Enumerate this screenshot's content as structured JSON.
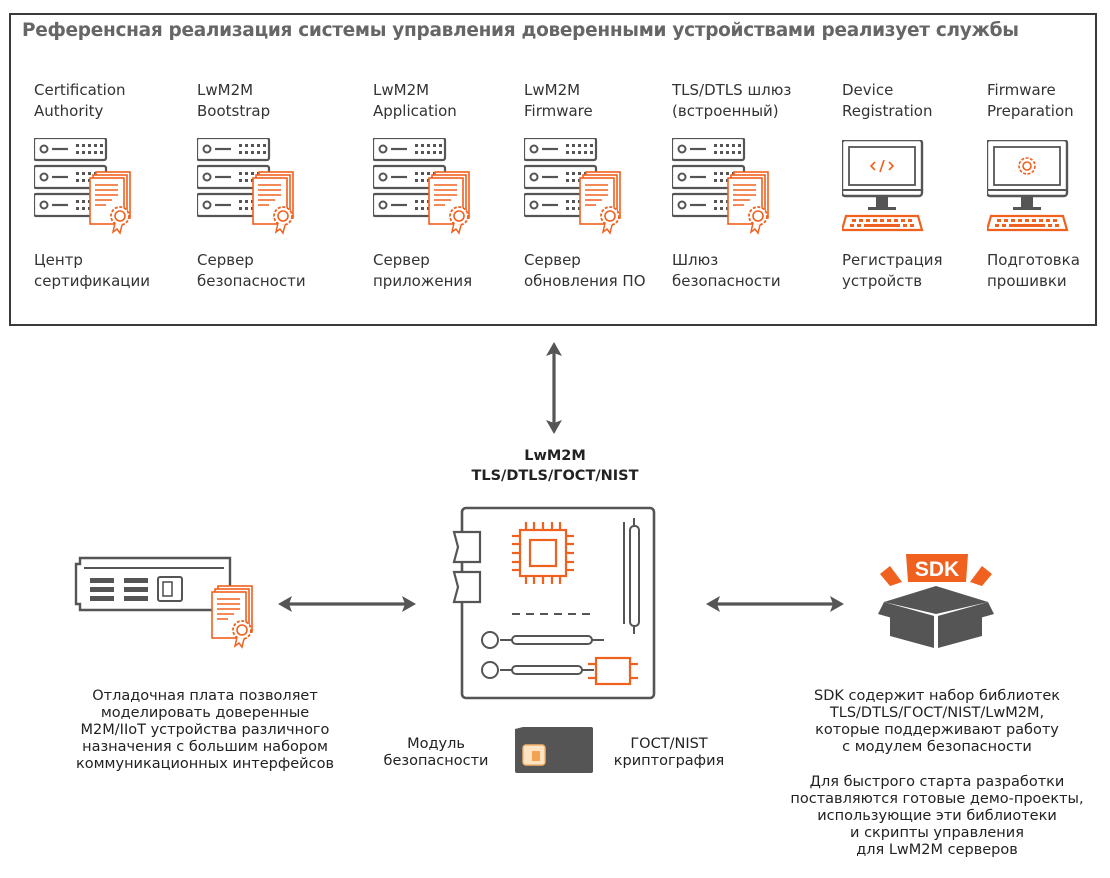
{
  "title": "Референсная реализация системы управления доверенными устройствами реализует службы",
  "services": [
    {
      "name_en": "Certification\nAuthority",
      "name_ru": "Центр\nсертификации",
      "icon": "server-certificate-icon"
    },
    {
      "name_en": "LwM2M\nBootstrap",
      "name_ru": "Сервер\nбезопасности",
      "icon": "server-certificate-icon"
    },
    {
      "name_en": "LwM2M\nApplication",
      "name_ru": "Сервер\nприложения",
      "icon": "server-certificate-icon"
    },
    {
      "name_en": "LwM2M\nFirmware",
      "name_ru": "Сервер\nобновления ПО",
      "icon": "server-certificate-icon"
    },
    {
      "name_en": "TLS/DTLS шлюз\n(встроенный)",
      "name_ru": "Шлюз\nбезопасности",
      "icon": "server-certificate-icon"
    },
    {
      "name_en": "Device\nRegistration",
      "name_ru": "Регистрация\nустройств",
      "icon": "computer-code-icon"
    },
    {
      "name_en": "Firmware\nPreparation",
      "name_ru": "Подготовка\nпрошивки",
      "icon": "computer-gear-icon"
    }
  ],
  "protocol_label": "LwM2M\nTLS/DTLS/ГОСТ/NIST",
  "board_caption": "Отладочная плата позволяет\nмоделировать доверенные\nM2M/IIoT устройства различного\nназначения с большим набором\nкоммуникационных интерфейсов",
  "security_module_label": "Модуль\nбезопасности",
  "crypto_label": "ГОСТ/NIST\nкриптография",
  "sdk_badge": "SDK",
  "sdk_caption_1": "SDK содержит набор библиотек\nTLS/DTLS/ГОСТ/NIST/LwM2M,\nкоторые поддерживают работу\nс модулем безопасности",
  "sdk_caption_2": "Для быстрого старта разработки\nпоставляются готовые демо-проекты,\nиспользующие эти библиотеки\nи скрипты управления\nдля LwM2M серверов",
  "colors": {
    "accent": "#F0601E",
    "gray": "#555555",
    "border": "#3A3A3A"
  }
}
